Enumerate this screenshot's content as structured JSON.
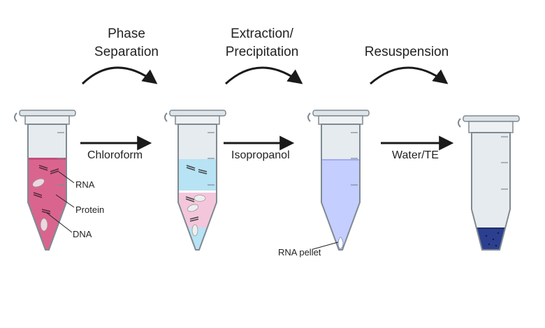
{
  "steps": [
    {
      "lines": [
        "Phase",
        "Separation"
      ]
    },
    {
      "lines": [
        "Extraction/",
        "Precipitation"
      ]
    },
    {
      "lines": [
        "Resuspension"
      ]
    }
  ],
  "reagents": [
    "Chloroform",
    "Isopropanol",
    "Water/TE"
  ],
  "labels": {
    "rna": "RNA",
    "protein": "Protein",
    "dna": "DNA",
    "rna_pellet": "RNA pellet"
  },
  "colors": {
    "lysate": "#d9658f",
    "aqueous_phase": "#b7e3f4",
    "organic_phase": "#f4c6dc",
    "isopropanol": "#c4ceff",
    "resuspended_rna": "#2c3f8f",
    "tube_body": "#e6ebef",
    "tube_outline": "#7f8a92",
    "arrow": "#1a1a1a"
  },
  "icons": [
    "curved-arrow-icon",
    "straight-arrow-icon",
    "microcentrifuge-tube-icon"
  ]
}
